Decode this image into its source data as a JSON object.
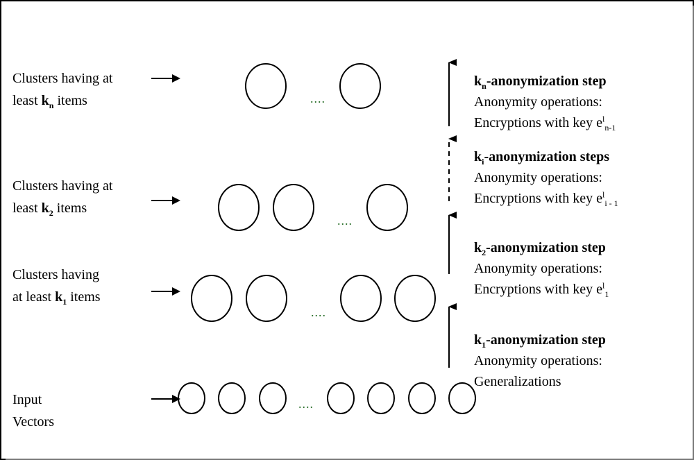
{
  "levels": [
    {
      "label_prefix_line1": "Clusters having at",
      "label_line2_prefix": "least ",
      "k_symbol": "k",
      "k_sub": "n",
      "label_line2_suffix": " items"
    },
    {
      "label_prefix_line1": "Clusters having at",
      "label_line2_prefix": "least ",
      "k_symbol": "k",
      "k_sub": "2",
      "label_line2_suffix": " items"
    },
    {
      "label_prefix_line1": "Clusters having",
      "label_line2_prefix": "at least ",
      "k_symbol": "k",
      "k_sub": "1",
      "label_line2_suffix": " items"
    },
    {
      "label_prefix_line1": "Input",
      "label_line2_prefix": "Vectors",
      "k_symbol": "",
      "k_sub": "",
      "label_line2_suffix": ""
    }
  ],
  "steps": [
    {
      "title_k": "k",
      "title_sub": "n",
      "title_rest": "-anonymization step",
      "line2": "Anonymity operations:",
      "line3_prefix": "Encryptions with key ",
      "line3_e": "e",
      "line3_sup": "l",
      "line3_sub": "n-1"
    },
    {
      "title_k": "k",
      "title_sub": "i",
      "title_rest": "-anonymization steps",
      "line2": "Anonymity operations:",
      "line3_prefix": "Encryptions with key ",
      "line3_e": "e",
      "line3_sup": "l",
      "line3_sub": "i - 1"
    },
    {
      "title_k": "k",
      "title_sub": "2",
      "title_rest": "-anonymization step",
      "line2": "Anonymity operations:",
      "line3_prefix": "Encryptions with key ",
      "line3_e": "e",
      "line3_sup": "l",
      "line3_sub": "1"
    },
    {
      "title_k": "k",
      "title_sub": "1",
      "title_rest": "-anonymization step",
      "line2": "Anonymity operations:",
      "line3_prefix": "Generalizations",
      "line3_e": "",
      "line3_sup": "",
      "line3_sub": ""
    }
  ],
  "ellipsis": "....",
  "colors": {
    "stroke": "#000000",
    "ellipsis": "#2a6f2a"
  }
}
